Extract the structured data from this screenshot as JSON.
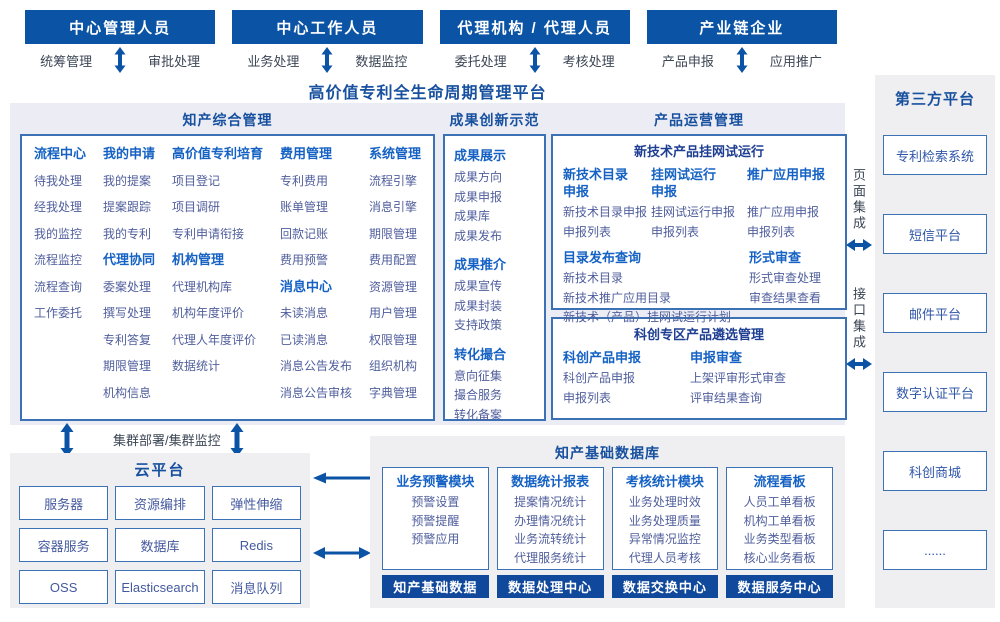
{
  "user_groups": [
    {
      "title": "中心管理人员",
      "left_label": "统筹管理",
      "right_label": "审批处理"
    },
    {
      "title": "中心工作人员",
      "left_label": "业务处理",
      "right_label": "数据监控"
    },
    {
      "title": "代理机构 / 代理人员",
      "left_label": "委托处理",
      "right_label": "考核处理"
    },
    {
      "title": "产业链企业",
      "left_label": "产品申报",
      "right_label": "应用推广"
    }
  ],
  "platform": {
    "title": "高价值专利全生命周期管理平台",
    "ip": {
      "title": "知产综合管理",
      "boxes": [
        {
          "header": "",
          "rows": [
            {
              "cols": [
                {
                  "groups": [
                    {
                      "header": "流程中心",
                      "items": [
                        "待我处理",
                        "经我处理",
                        "我的监控",
                        "流程监控",
                        "流程查询",
                        "工作委托"
                      ]
                    }
                  ]
                },
                {
                  "groups": [
                    {
                      "header": "我的申请",
                      "items": [
                        "我的提案",
                        "提案跟踪",
                        "我的专利"
                      ]
                    },
                    {
                      "header": "代理协同",
                      "items": [
                        "委案处理",
                        "撰写处理",
                        "专利答复",
                        "期限管理",
                        "机构信息"
                      ]
                    }
                  ]
                },
                {
                  "groups": [
                    {
                      "header": "高价值专利培育",
                      "items": [
                        "项目登记",
                        "项目调研",
                        "专利申请衔接"
                      ]
                    },
                    {
                      "header": "机构管理",
                      "items": [
                        "代理机构库",
                        "机构年度评价",
                        "代理人年度评价",
                        "数据统计"
                      ]
                    }
                  ]
                },
                {
                  "groups": [
                    {
                      "header": "费用管理",
                      "items": [
                        "专利费用",
                        "账单管理",
                        "回款记账",
                        "费用预警"
                      ]
                    },
                    {
                      "header": "消息中心",
                      "items": [
                        "未读消息",
                        "已读消息",
                        "消息公告发布",
                        "消息公告审核"
                      ]
                    }
                  ]
                },
                {
                  "groups": [
                    {
                      "header": "系统管理",
                      "items": [
                        "流程引擎",
                        "消息引擎",
                        "期限管理",
                        "费用配置",
                        "资源管理",
                        "用户管理",
                        "权限管理",
                        "组织机构",
                        "字典管理"
                      ]
                    }
                  ]
                }
              ]
            }
          ]
        }
      ]
    },
    "demo": {
      "title": "成果创新示范",
      "boxes": [
        {
          "header": "",
          "rows": [
            {
              "cols": [
                {
                  "groups": [
                    {
                      "header": "成果展示",
                      "items": [
                        "成果方向",
                        "成果申报",
                        "成果库",
                        "成果发布"
                      ]
                    },
                    {
                      "header": "成果推介",
                      "items": [
                        "成果宣传",
                        "成果封装",
                        "支持政策"
                      ]
                    },
                    {
                      "header": "转化撮合",
                      "items": [
                        "意向征集",
                        "撮合服务",
                        "转化备案"
                      ]
                    }
                  ]
                }
              ]
            }
          ]
        }
      ]
    },
    "ops": {
      "title": "产品运营管理",
      "boxes": [
        {
          "header": "新技术产品挂网试运行",
          "rows": [
            {
              "cols": [
                {
                  "groups": [
                    {
                      "header": "新技术目录\n申报",
                      "items": [
                        "新技术目录申报",
                        "申报列表"
                      ]
                    }
                  ]
                },
                {
                  "groups": [
                    {
                      "header": "挂网试运行\n申报",
                      "items": [
                        "挂网试运行申报",
                        "申报列表"
                      ]
                    }
                  ]
                },
                {
                  "groups": [
                    {
                      "header": "推广应用申报",
                      "items": [
                        "推广应用申报",
                        "申报列表"
                      ]
                    }
                  ]
                }
              ]
            },
            {
              "cols": [
                {
                  "groups": [
                    {
                      "header": "目录发布查询",
                      "items": [
                        "新技术目录",
                        "新技术推广应用目录",
                        "新技术（产品）挂网试运行计划"
                      ]
                    }
                  ]
                },
                {
                  "groups": [
                    {
                      "header": "形式审查",
                      "items": [
                        "形式审查处理",
                        "审查结果查看"
                      ]
                    }
                  ]
                }
              ]
            }
          ]
        },
        {
          "header": "科创专区产品遴选管理",
          "rows": [
            {
              "cols": [
                {
                  "groups": [
                    {
                      "header": "科创产品申报",
                      "items": [
                        "科创产品申报",
                        "申报列表"
                      ]
                    }
                  ]
                },
                {
                  "groups": [
                    {
                      "header": "申报审查",
                      "items": [
                        "上架评审形式审查",
                        "评审结果查询"
                      ]
                    }
                  ]
                }
              ]
            }
          ]
        }
      ]
    }
  },
  "cluster_label": "集群部署/集群监控",
  "cloud": {
    "title": "云平台",
    "items": [
      "服务器",
      "资源编排",
      "弹性伸缩",
      "容器服务",
      "数据库",
      "Redis",
      "OSS",
      "Elasticsearch",
      "消息队列"
    ]
  },
  "database": {
    "title": "知产基础数据库",
    "modules": [
      {
        "header": "业务预警模块",
        "items": [
          "预警设置",
          "预警提醒",
          "预警应用"
        ],
        "footer": "知产基础数据"
      },
      {
        "header": "数据统计报表",
        "items": [
          "提案情况统计",
          "办理情况统计",
          "业务流转统计",
          "代理服务统计"
        ],
        "footer": "数据处理中心"
      },
      {
        "header": "考核统计模块",
        "items": [
          "业务处理时效",
          "业务处理质量",
          "异常情况监控",
          "代理人员考核"
        ],
        "footer": "数据交换中心"
      },
      {
        "header": "流程看板",
        "items": [
          "人员工单看板",
          "机构工单看板",
          "业务类型看板",
          "核心业务看板"
        ],
        "footer": "数据服务中心"
      }
    ]
  },
  "integration": {
    "page_label": "页面集成",
    "api_label": "接口集成"
  },
  "third_party": {
    "title": "第三方平台",
    "items": [
      "专利检索系统",
      "短信平台",
      "邮件平台",
      "数字认证平台",
      "科创商城",
      "......"
    ]
  },
  "colors": {
    "primary_blue": "#0B53A4",
    "group_header_blue": "#1562C4",
    "title_navy": "#17509F",
    "inner_header_navy": "#1D3E92",
    "item_blue_gray": "#4F5E9C",
    "footer_blue": "#10489C",
    "panel_lavender": "#ECEDF4",
    "panel_gray": "#EFEFF1",
    "box_border": "#3A72B5"
  }
}
